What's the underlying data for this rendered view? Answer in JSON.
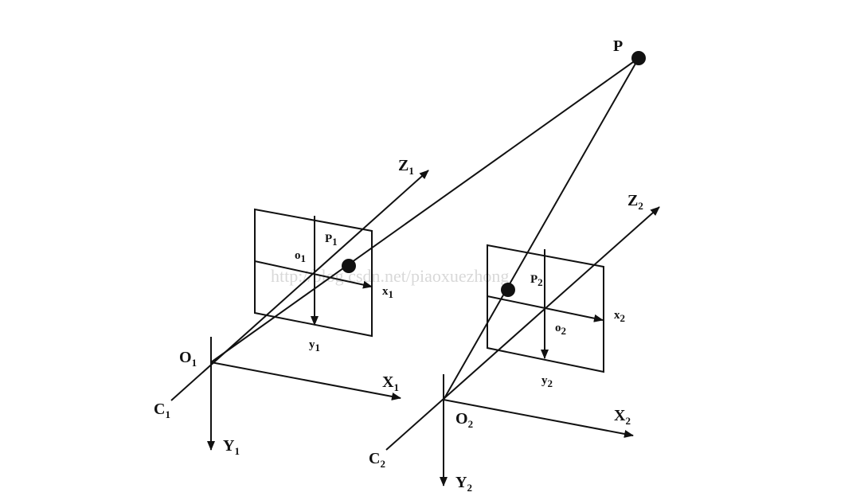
{
  "labels": {
    "P": {
      "main": "P",
      "sub": ""
    },
    "Z1": {
      "main": "Z",
      "sub": "1"
    },
    "Z2": {
      "main": "Z",
      "sub": "2"
    },
    "P1": {
      "main": "P",
      "sub": "1"
    },
    "P2": {
      "main": "P",
      "sub": "2"
    },
    "o1": {
      "main": "o",
      "sub": "1"
    },
    "o2": {
      "main": "o",
      "sub": "2"
    },
    "x1": {
      "main": "x",
      "sub": "1"
    },
    "x2": {
      "main": "x",
      "sub": "2"
    },
    "y1": {
      "main": "y",
      "sub": "1"
    },
    "y2": {
      "main": "y",
      "sub": "2"
    },
    "O1": {
      "main": "O",
      "sub": "1"
    },
    "O2": {
      "main": "O",
      "sub": "2"
    },
    "C1": {
      "main": "C",
      "sub": "1"
    },
    "C2": {
      "main": "C",
      "sub": "2"
    },
    "X1": {
      "main": "X",
      "sub": "1"
    },
    "X2": {
      "main": "X",
      "sub": "2"
    },
    "Y1": {
      "main": "Y",
      "sub": "1"
    },
    "Y2": {
      "main": "Y",
      "sub": "2"
    }
  },
  "watermark": "http://blog.csdn.net/piaoxuezhong"
}
